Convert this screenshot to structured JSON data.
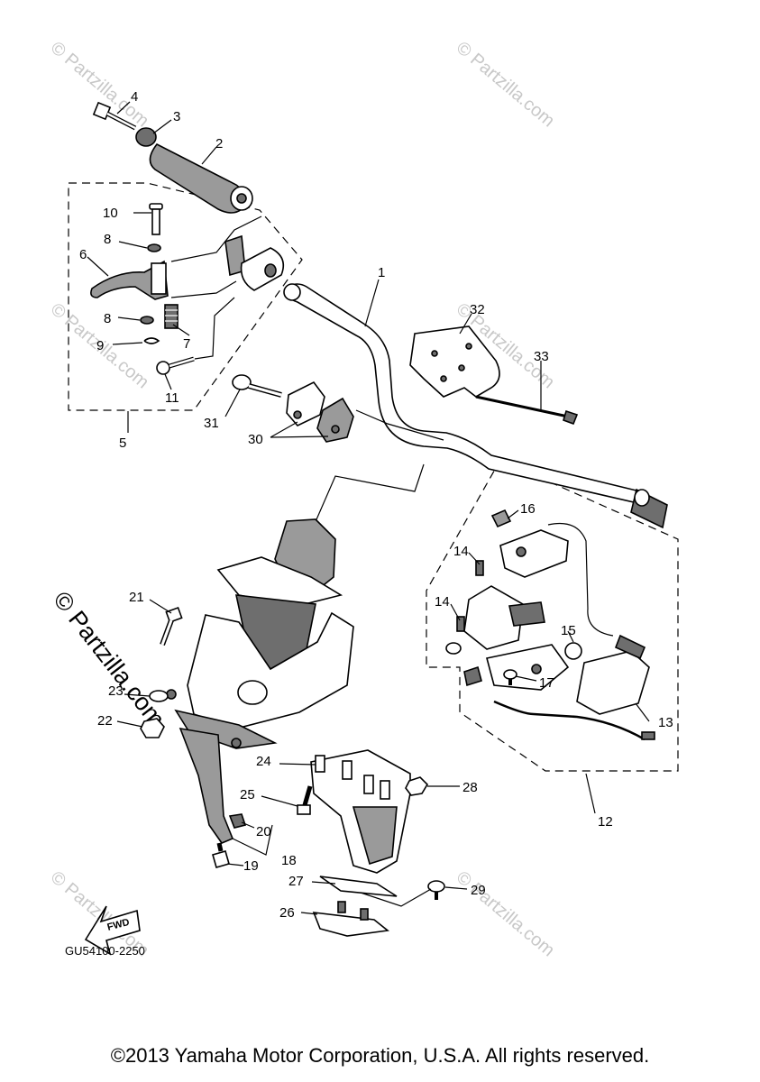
{
  "diagram": {
    "code": "GU54100-2250",
    "fwd_label": "FWD",
    "watermark": "© Partzilla.com",
    "callouts": {
      "p1": "1",
      "p2": "2",
      "p3": "3",
      "p4": "4",
      "p5": "5",
      "p6": "6",
      "p7": "7",
      "p8a": "8",
      "p8b": "8",
      "p9": "9",
      "p10": "10",
      "p11": "11",
      "p12": "12",
      "p13": "13",
      "p14a": "14",
      "p14b": "14",
      "p15": "15",
      "p16": "16",
      "p17": "17",
      "p18": "18",
      "p19": "19",
      "p20": "20",
      "p21": "21",
      "p22": "22",
      "p23": "23",
      "p24": "24",
      "p25": "25",
      "p26": "26",
      "p27": "27",
      "p28": "28",
      "p29": "29",
      "p30": "30",
      "p31": "31",
      "p32": "32",
      "p33": "33"
    }
  },
  "footer": {
    "copyright": "©2013 Yamaha Motor Corporation, U.S.A. All rights reserved."
  }
}
